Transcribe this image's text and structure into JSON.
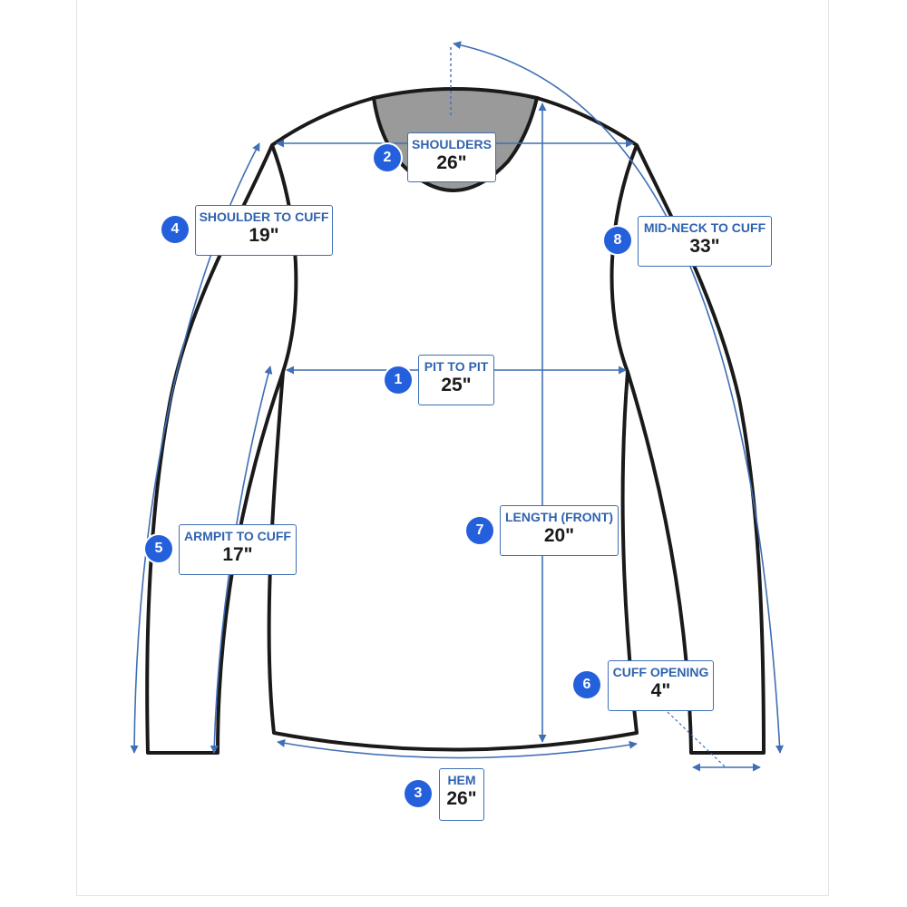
{
  "colors": {
    "measure_line": "#3f6fb5",
    "badge": "#2560dc",
    "label_title": "#2f63b0",
    "garment_outline": "#1a1a1a",
    "collar_fill": "#9a9a9a"
  },
  "measurements": [
    {
      "id": "pit-to-pit",
      "number": "1",
      "title": "PIT TO PIT",
      "value": "25\""
    },
    {
      "id": "shoulders",
      "number": "2",
      "title": "SHOULDERS",
      "value": "26\""
    },
    {
      "id": "hem",
      "number": "3",
      "title": "HEM",
      "value": "26\""
    },
    {
      "id": "shoulder-to-cuff",
      "number": "4",
      "title": "SHOULDER TO CUFF",
      "value": "19\""
    },
    {
      "id": "armpit-to-cuff",
      "number": "5",
      "title": "ARMPIT TO CUFF",
      "value": "17\""
    },
    {
      "id": "cuff-opening",
      "number": "6",
      "title": "CUFF OPENING",
      "value": "4\""
    },
    {
      "id": "length-front",
      "number": "7",
      "title": "LENGTH (FRONT)",
      "value": "20\""
    },
    {
      "id": "mid-neck-to-cuff",
      "number": "8",
      "title": "MID-NECK TO CUFF",
      "value": "33\""
    }
  ]
}
